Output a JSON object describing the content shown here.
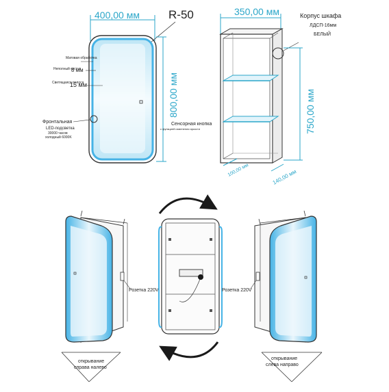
{
  "colors": {
    "dimension": "#2aa6c9",
    "line": "#333333",
    "glass": "#46b3e6",
    "glass_light": "#dff2fb",
    "text": "#222222",
    "rotate_arrow": "#1a1a1a"
  },
  "mirror": {
    "radius_label": "R-50",
    "width_dim": "400,00 мм",
    "height_dim": "800,00 мм",
    "annotations": {
      "matte_edge": "Матовая обработка",
      "indent_label": "Неполный отступ",
      "indent_value": "8 мм",
      "glow_strip_label": "Светящаяся полоса",
      "glow_strip_value": "15 мм",
      "front_led": "Фронтальная",
      "front_led_line2": "LED-подсветка",
      "led_life": "30000 часов",
      "led_color": "холодный 6000K"
    },
    "touch_button": "Сенсорная кнопка",
    "touch_button_sub": "с функцией изменения яркости"
  },
  "cabinet": {
    "width_dim": "350,00 мм",
    "height_dim": "750,00 мм",
    "depth_inner_dim": "100,00 мм",
    "depth_outer_dim": "140,00 мм",
    "body_label": "Корпус шкафа",
    "material_label": "ЛДСП-16мм",
    "color_label": "БЕЛЫЙ"
  },
  "opening": {
    "left_socket": "Розетка 220V",
    "right_socket": "Розетка 220V",
    "left_caption_line1": "открывание",
    "left_caption_line2": "справа налево",
    "right_caption_line1": "открывание",
    "right_caption_line2": "слева направо"
  }
}
